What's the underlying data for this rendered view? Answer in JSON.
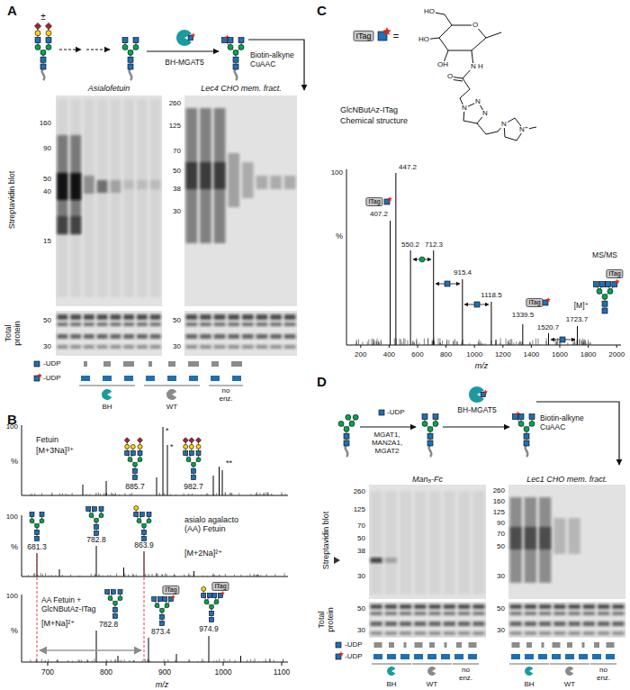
{
  "diagram": {
    "nodes": [
      {
        "text": [
          "ITag"
        ]
      },
      {
        "text": [
          "ITag"
        ]
      },
      {
        "text": [
          "ITag"
        ]
      },
      {
        "text": [
          "ITag"
        ]
      },
      {
        "text": [
          "ITag"
        ]
      },
      {
        "text": [
          "ITag"
        ]
      }
    ],
    "labels": [
      "A",
      "±",
      "BH-MGAT5",
      "Biotin-alkyne CuAAC",
      "Asialofetuin",
      "Lec4 CHO mem. fract.",
      "Streptavidin blot",
      "160",
      "90",
      "50",
      "40",
      "15",
      "260",
      "125",
      "70",
      "50",
      "38",
      "30",
      "Total protein",
      "50",
      "30",
      "50",
      "30",
      "-UDP",
      "-UDP",
      "BH",
      "WT",
      "no enz.",
      "B",
      "Fetuin",
      "[M+3Na]³⁺",
      "100",
      "%",
      "885.7",
      "982.7",
      "*",
      "*",
      "**",
      "asialo agalacto (AA) Fetuin",
      "[M+2Na]²⁺",
      "100",
      "%",
      "681.3",
      "782.8",
      "863.9",
      "AA Fetuin + GlcNButAz-ITag",
      "[M+Na]²⁺",
      "100",
      "%",
      "782.8",
      "873.4",
      "974.9",
      "700",
      "800",
      "900",
      "1000",
      "1100",
      "m/z",
      "C",
      "=",
      "GlcNButAz-ITag",
      "Chemical structure",
      "HO",
      "HO",
      "OH",
      "O",
      "N",
      "H",
      "O",
      "N",
      "N",
      "N",
      "N",
      "N⁺",
      "100",
      "%",
      "407.2",
      "447.2",
      "550.2",
      "712.3",
      "915.4",
      "1118.5",
      "1339.5",
      "1520.7",
      "1723.7",
      "MS/MS",
      "[M]⁺",
      "200",
      "400",
      "600",
      "800",
      "1000",
      "1200",
      "1400",
      "1600",
      "1800",
      "2000",
      "m/z",
      "D",
      "-UDP",
      "MGAT1, MAN2A1, MGAT2",
      "BH-MGAT5",
      "Biotin-alkyne CuAAC",
      "Man₅-Fc",
      "Lec1 CHO mem. fract.",
      "Streptavidin blot",
      "260",
      "125",
      "70",
      "50",
      "38",
      "30",
      "260",
      "160",
      "125",
      "90",
      "70",
      "50",
      "30",
      "Total protein",
      "50",
      "30",
      "50",
      "30",
      "-UDP",
      "-UDP",
      "BH",
      "WT",
      "no enz.",
      "BH",
      "WT",
      "no enz."
    ]
  }
}
